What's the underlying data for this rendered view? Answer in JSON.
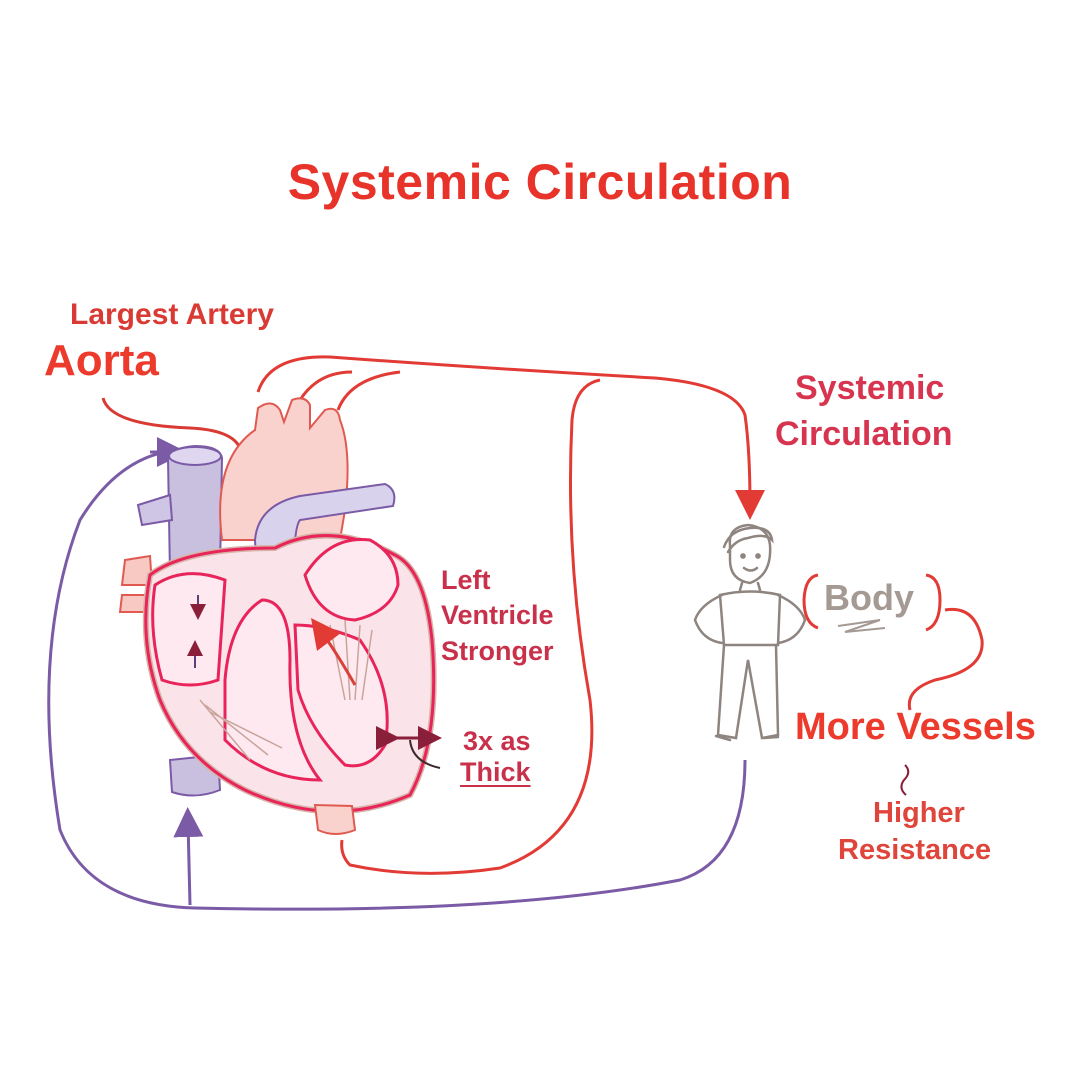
{
  "title": "Systemic Circulation",
  "labels": {
    "largest_artery": "Largest Artery",
    "aorta": "Aorta",
    "systemic_line1": "Systemic",
    "systemic_line2": "Circulation",
    "left_ventricle": [
      "Left",
      "Ventricle",
      "Stronger"
    ],
    "thickness": [
      "3x as",
      "Thick"
    ],
    "body": "Body",
    "more_vessels": "More Vessels",
    "higher_resistance": [
      "Higher",
      "Resistance"
    ]
  },
  "colors": {
    "title_red": "#e8332a",
    "artery_red": "#e23b35",
    "vein_purple": "#7b5aa6",
    "heart_wall": "#e8245a",
    "heart_fill": "#fbe3ea",
    "body_gray": "#a49a93"
  },
  "icons": [
    "heart-illustration",
    "person-figure",
    "flow-arrow"
  ]
}
